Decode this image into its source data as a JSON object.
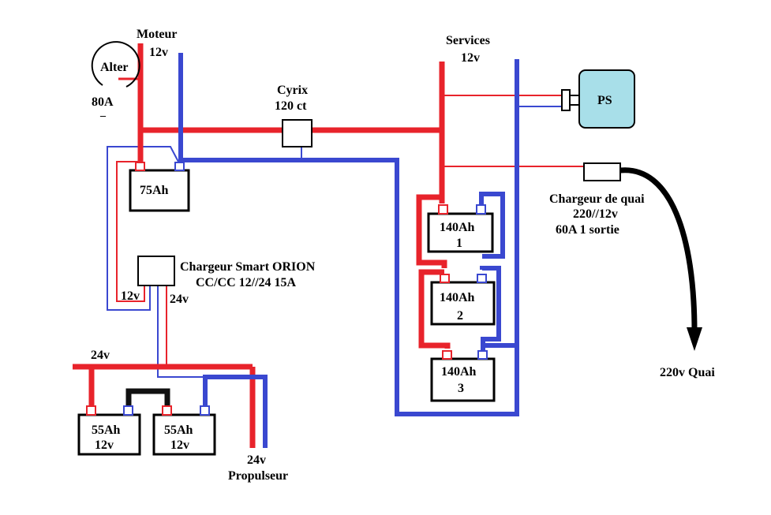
{
  "colors": {
    "positive": "#e8232b",
    "negative": "#3a48d0",
    "bridge": "#111111",
    "ps_fill": "#a8dfe9"
  },
  "labels": {
    "moteur": "Moteur",
    "moteur_v": "12v",
    "alter": "Alter",
    "alter_a": "80A",
    "alter_dash": "_",
    "cyrix": "Cyrix",
    "cyrix_ct": "120 ct",
    "services": "Services",
    "services_v": "12v",
    "ps": "PS",
    "chargeur_quai_1": "Chargeur de quai",
    "chargeur_quai_2": "220//12v",
    "chargeur_quai_3": "60A  1 sortie",
    "quai": "220v  Quai",
    "orion_1": "Chargeur Smart ORION",
    "orion_2": "CC/CC  12//24  15A",
    "orion_in": "12v",
    "orion_out": "24v",
    "bus24": "24v",
    "propulseur_v": "24v",
    "propulseur": "Propulseur"
  },
  "batteries": {
    "b75": "75Ah",
    "b140_1": "140Ah",
    "b140_1n": "1",
    "b140_2": "140Ah",
    "b140_2n": "2",
    "b140_3": "140Ah",
    "b140_3n": "3",
    "b55a": "55Ah",
    "b55a_v": "12v",
    "b55b": "55Ah",
    "b55b_v": "12v"
  }
}
